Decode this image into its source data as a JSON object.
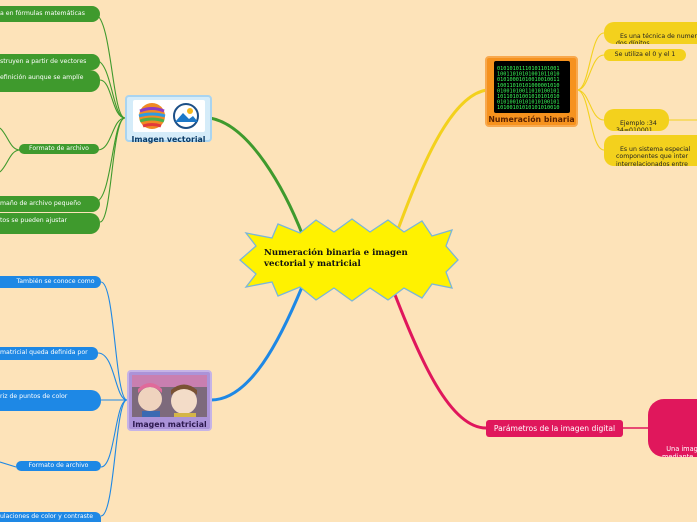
{
  "central": {
    "title": "Numeración binaria e imagen vectorial y matricial"
  },
  "vectorial": {
    "title": "Imagen vectorial",
    "items": {
      "formulas": "a en fórmulas matemáticas",
      "vectores": "struyen a partir de vectores",
      "definicion": "efinición aunque se amplíe",
      "formato": "Formato de archivo",
      "tamano": "maño de archivo pequeño",
      "ajustar": "tos se pueden ajustar"
    }
  },
  "binaria": {
    "title": "Numeración binaria",
    "items": {
      "tecnica": "Es una técnica de numer\ndos dígitos.",
      "utiliza": "Se utiliza el 0 y el 1",
      "ejemplo": "Ejemplo :34\n34=010001",
      "sistema": "Es un sistema especial\ncomponentes que inter\ninterrelacionados entre"
    }
  },
  "matricial": {
    "title": "Imagen matricial",
    "items": {
      "conoce": "También se conoce como",
      "definida": "matricial queda definida por",
      "puntos": "riz de puntos de color",
      "formato": "Formato de archivo",
      "contraste": "ulaciones de color y contraste"
    }
  },
  "parametros": {
    "title": "Parámetros de la imagen digital",
    "desc": "Una imag\nmediante"
  },
  "colors": {
    "background": "#fde3b9",
    "green": "#3f9a2d",
    "blue": "#1e88e5",
    "yellow": "#f3d11d",
    "pink": "#e0175c",
    "binary_orange": "#f6921e",
    "central_star": "#fff200"
  },
  "icons": {
    "vectorial": [
      "striped-sphere-icon",
      "landscape-circle-icon"
    ],
    "binaria": "binary-code-screen-icon",
    "matricial": "children-photo-icon"
  },
  "binary_digits": [
    "01010101110101101001",
    "10011010101001011010",
    "01010001010010010011",
    "10011010101000001010",
    "01001010011010100101",
    "10110101001010101010",
    "01010010101010100101",
    "10100101010101010010"
  ]
}
